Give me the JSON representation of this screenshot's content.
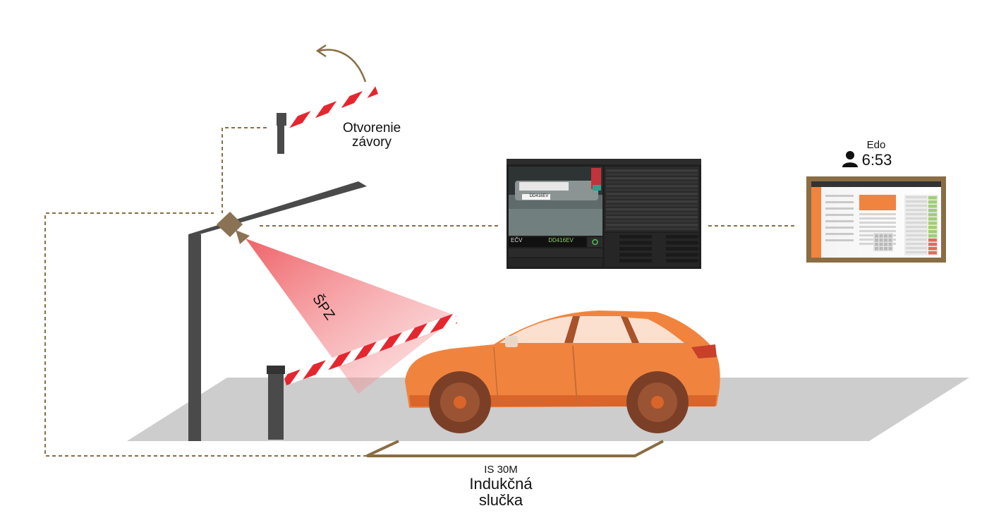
{
  "labels": {
    "barrier_open_line1": "Otvorenie",
    "barrier_open_line2": "závory",
    "plate_beam": "ŠPZ",
    "loop_model": "IS 30M",
    "loop_line1": "Indukčná",
    "loop_line2": "slučka",
    "user_name": "Edo",
    "user_time": "6:53"
  },
  "anpr_screen": {
    "ecv_label": "EČV",
    "plate_value": "DD416EV",
    "plate_on_car": "DD416EV"
  },
  "colors": {
    "car_body": "#f0843f",
    "ground": "#cdcdcd",
    "barrier_red": "#e6262f",
    "camera": "#8a7254",
    "guide_line": "#8a6d44",
    "beam": "#f06a6f",
    "pole": "#4a4a4a"
  },
  "icons": {
    "user": "user-icon",
    "refresh": "refresh-icon",
    "arrow": "curved-arrow-icon"
  }
}
